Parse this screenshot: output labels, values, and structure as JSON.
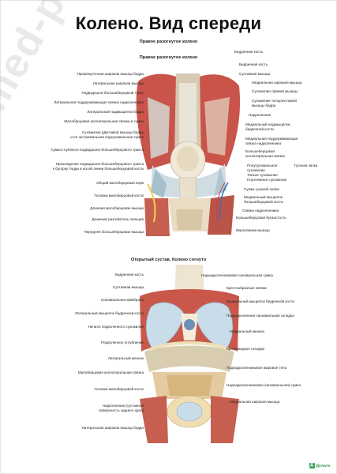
{
  "title": "Колено. Вид спереди",
  "section1": {
    "label_top": "Правое разогнутое колено",
    "label_top2": "Правое разогнутое колено",
    "labels_left": [
      "Промежуточная широкая мышца бедра",
      "Латеральная широкая мышца",
      "Подвздошно-большеберцовый тракт",
      "Латеральная поддерживающая связка надколенника",
      "Латеральный надмыщелок бедра",
      "Малоберцовая коллатеральная связка и сумка",
      "Сухожилие двуглавой мышцы бедра",
      "и ее экстремальная подсухожильная сумка",
      "Сумка глубокого подвздошно-большеберцового тракта",
      "Прохождение подвздошно-большеберцового тракта",
      "к бугорку Герди и косой линии большеберцовой кости",
      "Общий малоберцовый нерв",
      "Головка малоберцовой кости",
      "Длинная малоберцовая мышца",
      "Длинный разгибатель пальцев",
      "Передняя большеберцовая мышца"
    ],
    "labels_right": [
      "Бедренная кость",
      "Суставная мышца",
      "Медиальная широкая мышца",
      "Сухожилие прямой мышцы",
      "Сухожилие четырехглавой",
      "мышцы бедра",
      "Надколенник",
      "Медиальный надмыщелок",
      "бедренной кости",
      "Медиальная поддерживающая",
      "связка надколенника",
      "Большеберцовая",
      "коллатеральная связка",
      "Полусухожильное",
      "сухожилие",
      "Тонкое сухожилие",
      "Портняжное сухожилие",
      "Сумка гусиной лапки",
      "Медиальный мыщелок",
      "большеберцовой кости",
      "Связка надколенника",
      "Большеберцовая бугристость",
      "Икроножная мышца"
    ],
    "goose_foot": "Гусеная лапка"
  },
  "section2": {
    "label_top": "Открытый сустав. Колено согнуто",
    "labels_left": [
      "Бедренная кость",
      "Суставная мышца",
      "Синовиальная мембрана",
      "Латеральный мыщелок бедренной кости",
      "Начало подколенного сухожилия",
      "Подколенное углубление",
      "Латеральный мениск",
      "Малоберцовая коллатеральная связка",
      "Головка малоберцовой кости",
      "Надколенник (суставная",
      "поверхность заднего края)",
      "Латеральная широкая мышца бедра"
    ],
    "labels_right": [
      "Наднадколенниковая синовиальная сумка",
      "Крестообразные связки",
      "Медиальный мыщелок бедренной кости",
      "Подиадколенная синовиальная складка",
      "Медиальный мениск",
      "Крыловидные складки",
      "Поднадколенниковое жировое тело",
      "Наднадколенниковая (синовиальная) сумка",
      "Медиальная широкая мышца"
    ]
  },
  "watermark": "med-plakat.ru",
  "logo_text": "Дельта"
}
